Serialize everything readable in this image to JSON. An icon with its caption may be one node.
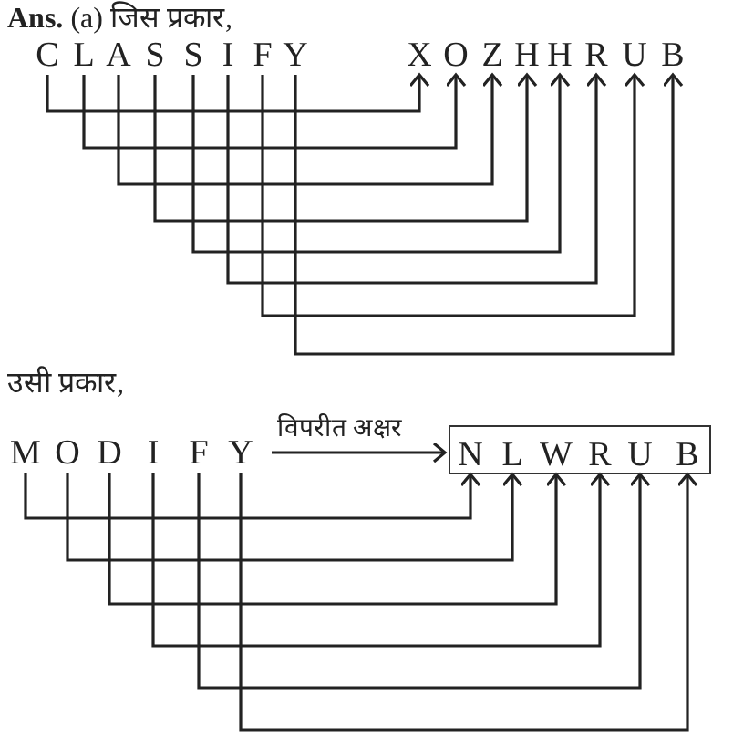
{
  "diagram": {
    "nodes": [
      {
        "text": [
          "C"
        ]
      },
      {
        "text": [
          "L"
        ]
      },
      {
        "text": [
          "A"
        ]
      },
      {
        "text": [
          "S"
        ]
      },
      {
        "text": [
          "S"
        ]
      },
      {
        "text": [
          "I"
        ]
      },
      {
        "text": [
          "F"
        ]
      },
      {
        "text": [
          "Y"
        ]
      },
      {
        "text": [
          "X"
        ]
      },
      {
        "text": [
          "O"
        ]
      },
      {
        "text": [
          "Z"
        ]
      },
      {
        "text": [
          "H"
        ]
      },
      {
        "text": [
          "H"
        ]
      },
      {
        "text": [
          "R"
        ]
      },
      {
        "text": [
          "U"
        ]
      },
      {
        "text": [
          "B"
        ]
      },
      {
        "text": [
          "M"
        ]
      },
      {
        "text": [
          "O"
        ]
      },
      {
        "text": [
          "D"
        ]
      },
      {
        "text": [
          "I"
        ]
      },
      {
        "text": [
          "F"
        ]
      },
      {
        "text": [
          "Y"
        ]
      },
      {
        "text": [],
        "shape": "box"
      },
      {
        "text": [
          "N"
        ],
        "in": 22
      },
      {
        "text": [
          "L"
        ],
        "in": 22
      },
      {
        "text": [
          "W"
        ],
        "in": 22
      },
      {
        "text": [
          "R"
        ],
        "in": 22
      },
      {
        "text": [
          "U"
        ],
        "in": 22
      },
      {
        "text": [
          "B"
        ],
        "in": 22
      }
    ],
    "edges": [
      {
        "from": 0,
        "to": 8,
        "arrow": "to"
      },
      {
        "from": 1,
        "to": 9,
        "arrow": "to"
      },
      {
        "from": 2,
        "to": 10,
        "arrow": "to"
      },
      {
        "from": 3,
        "to": 11,
        "arrow": "to"
      },
      {
        "from": 4,
        "to": 12,
        "arrow": "to"
      },
      {
        "from": 5,
        "to": 13,
        "arrow": "to"
      },
      {
        "from": 6,
        "to": 14,
        "arrow": "to"
      },
      {
        "from": 7,
        "to": 15,
        "arrow": "to"
      },
      {
        "from": 21,
        "to": 22,
        "arrow": "to",
        "label": "विपरीत अक्षर"
      },
      {
        "from": 16,
        "to": 23,
        "arrow": "to"
      },
      {
        "from": 17,
        "to": 24,
        "arrow": "to"
      },
      {
        "from": 18,
        "to": 25,
        "arrow": "to"
      },
      {
        "from": 19,
        "to": 26,
        "arrow": "to"
      },
      {
        "from": 20,
        "to": 27,
        "arrow": "to"
      },
      {
        "from": 21,
        "to": 28,
        "arrow": "to"
      }
    ],
    "labels": [
      "**Ans.** (a) जिस प्रकार,",
      "उसी प्रकार,"
    ]
  }
}
